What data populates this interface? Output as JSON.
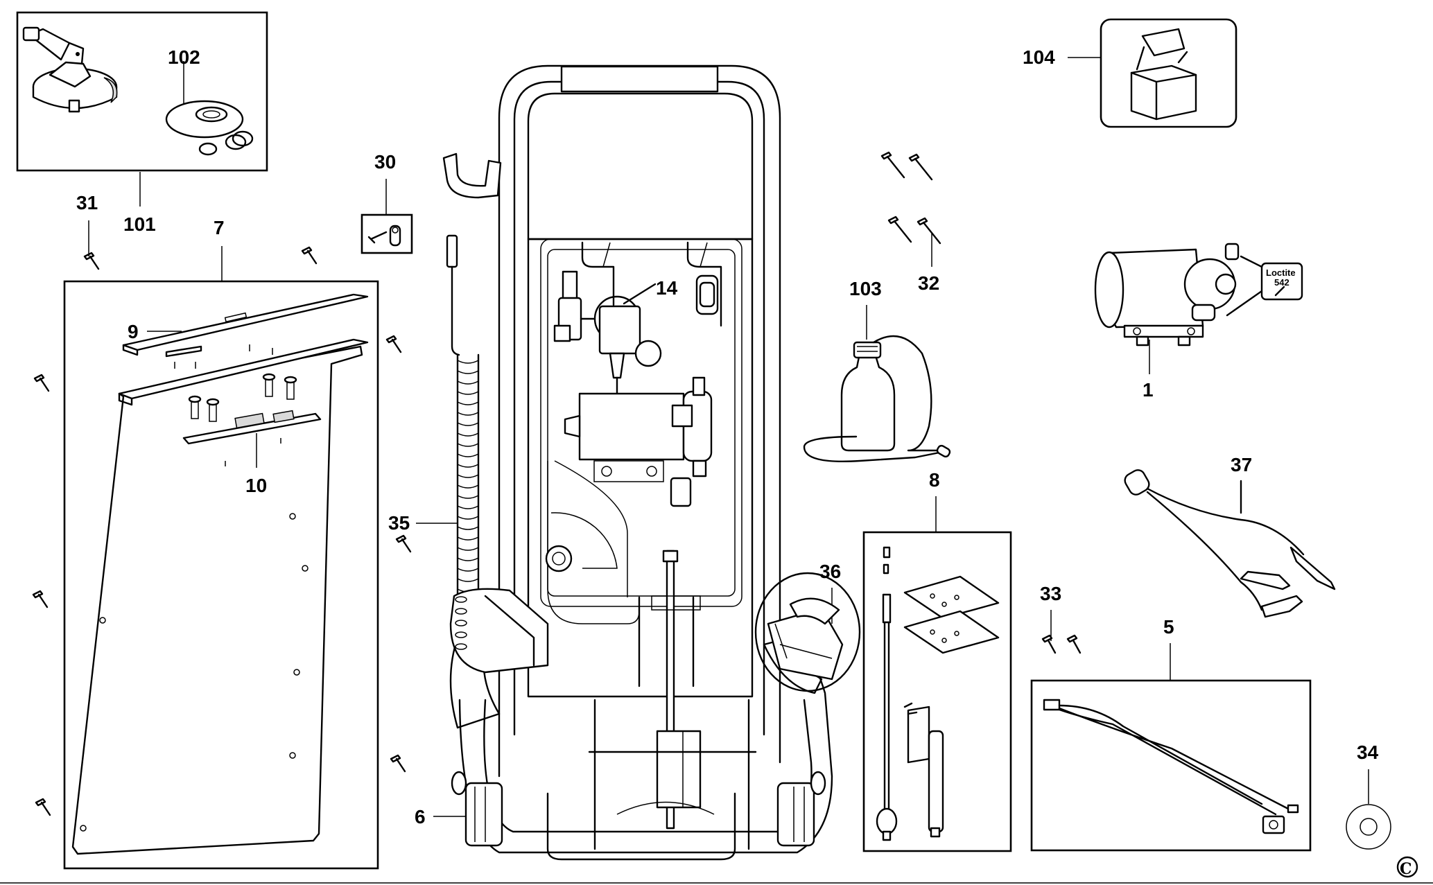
{
  "labels": {
    "p1": "1",
    "p5": "5",
    "p6": "6",
    "p7": "7",
    "p8": "8",
    "p9": "9",
    "p10": "10",
    "p14": "14",
    "p30": "30",
    "p31": "31",
    "p32": "32",
    "p33": "33",
    "p34": "34",
    "p35": "35",
    "p36": "36",
    "p37": "37",
    "p101": "101",
    "p102": "102",
    "p103": "103",
    "p104": "104"
  },
  "loctite": {
    "line1": "Loctite",
    "line2": "542"
  },
  "copyright": "C"
}
